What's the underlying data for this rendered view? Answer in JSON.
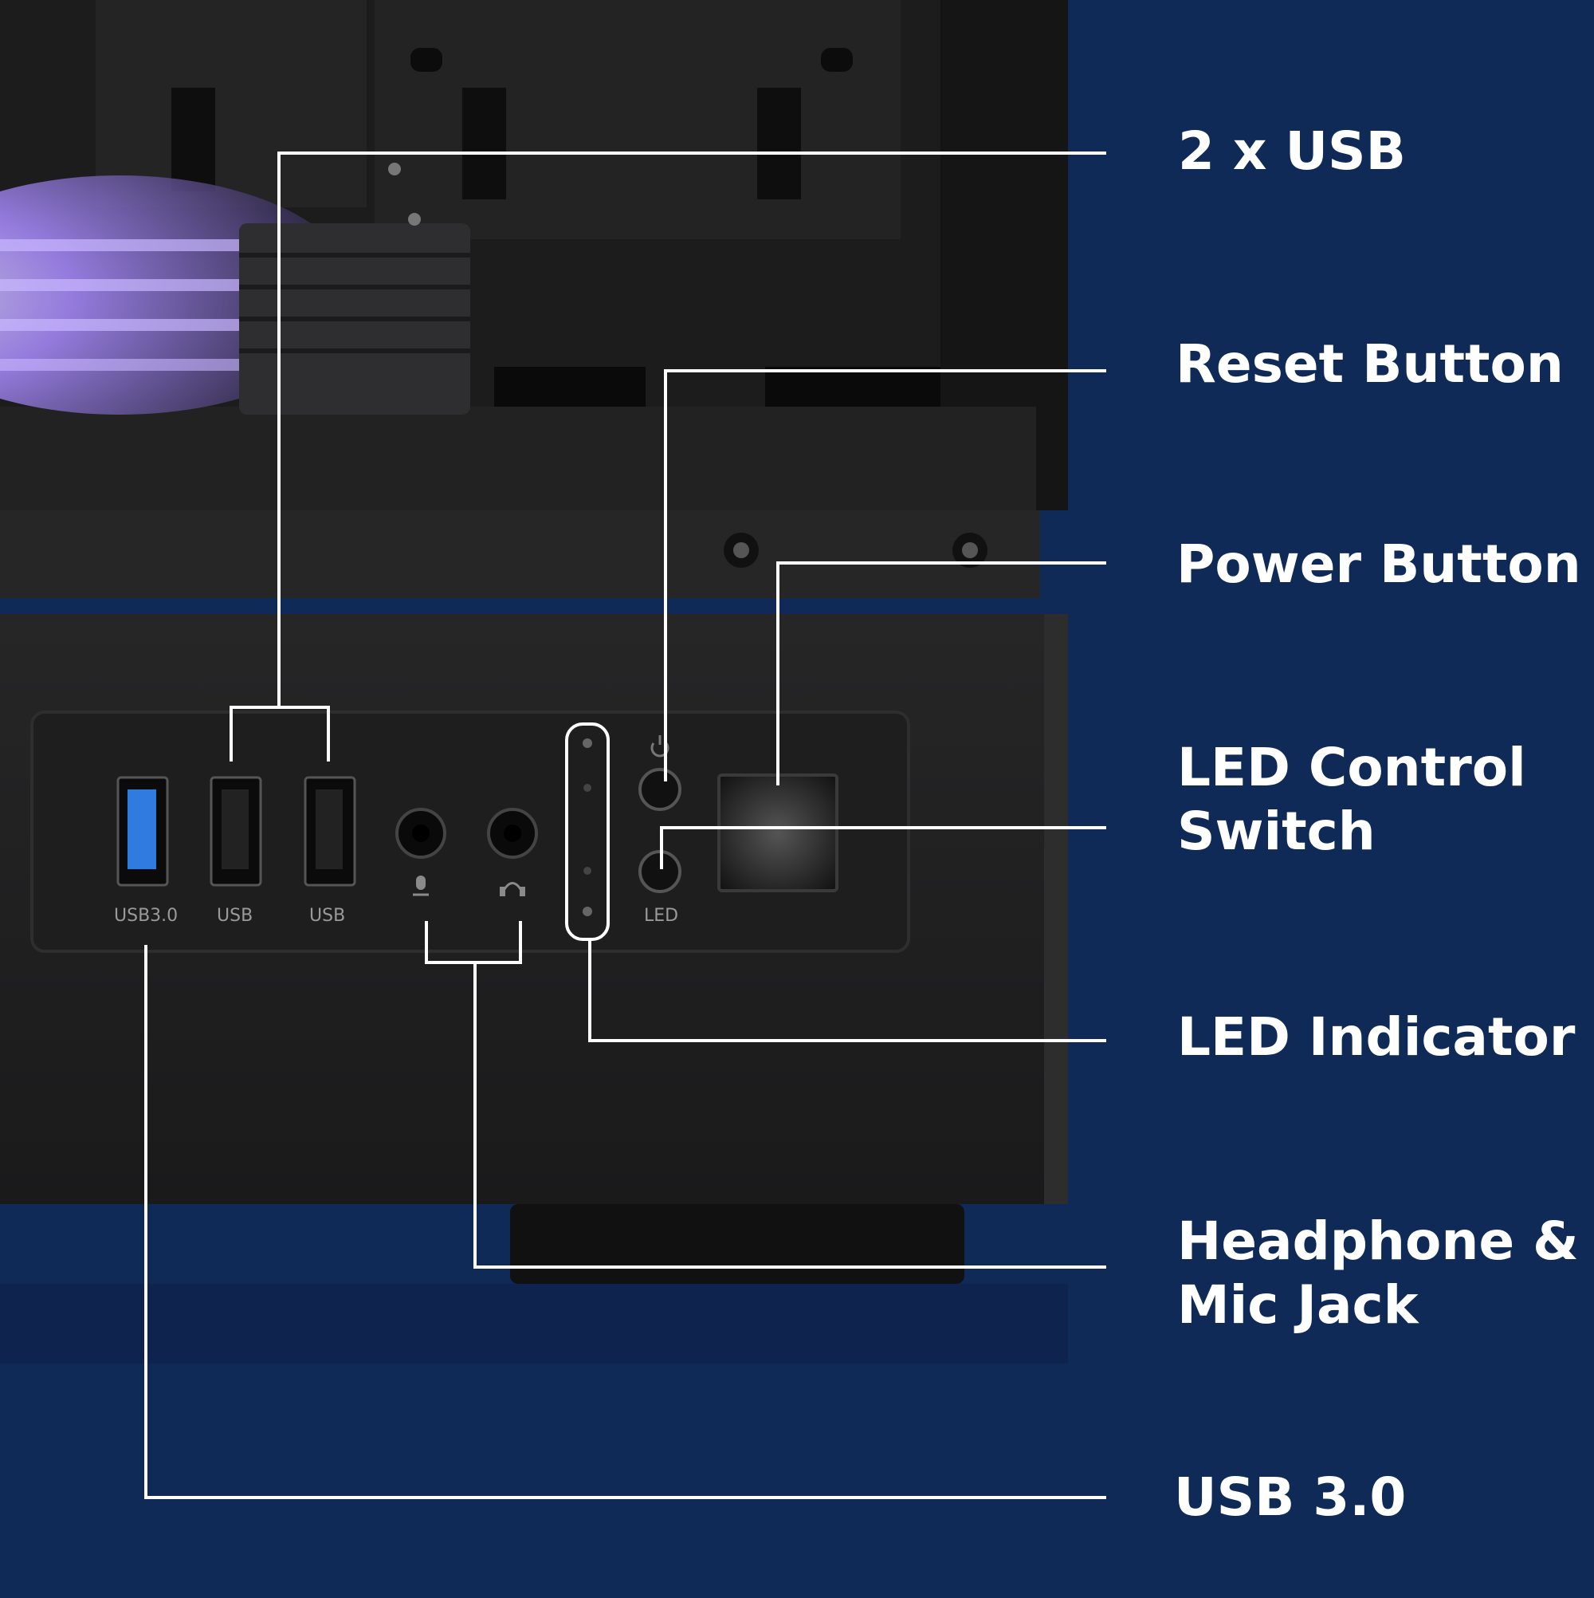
{
  "colors": {
    "background": "#0f2a57",
    "case_body": "#1f1f20",
    "callout_line": "#ffffff",
    "label_text": "#ffffff",
    "usb3_port_accent": "#2f7be0",
    "fan_glow": "#a98cff"
  },
  "callouts": {
    "usb2": {
      "lines": [
        "2 x USB"
      ]
    },
    "reset": {
      "lines": [
        "Reset Button"
      ]
    },
    "power": {
      "lines": [
        "Power Button"
      ]
    },
    "led_switch": {
      "lines": [
        "LED Control",
        "Switch"
      ]
    },
    "led_indicator": {
      "lines": [
        "LED Indicator"
      ]
    },
    "audio": {
      "lines": [
        "Headphone &",
        "Mic Jack"
      ]
    },
    "usb3": {
      "lines": [
        "USB 3.0"
      ]
    }
  },
  "panel_labels": {
    "usb3": "USB3.0",
    "usb_a": "USB",
    "usb_b": "USB",
    "led": "LED"
  },
  "icons": [
    "microphone-icon",
    "headphone-icon",
    "power-icon",
    "hdd-activity-icon",
    "power-led-icon"
  ]
}
